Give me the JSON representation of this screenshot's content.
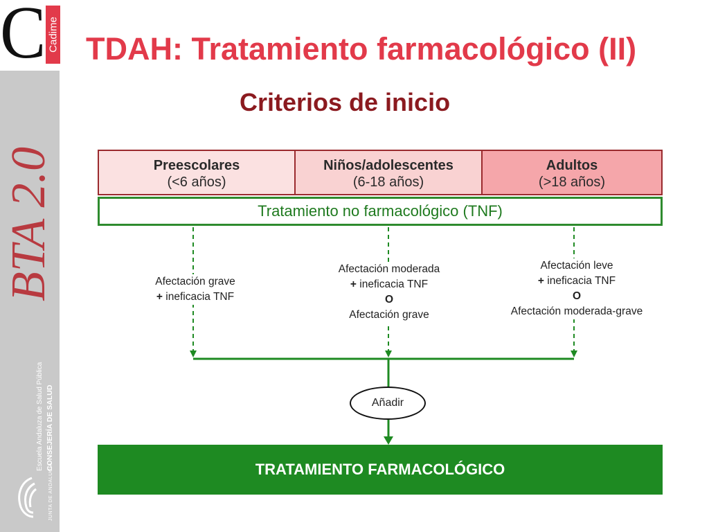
{
  "logo": {
    "letter": "C",
    "tab": "Cadime"
  },
  "sidebar": {
    "series": "BTA 2.0",
    "institution_line1": "Escuela Andaluza de Salud Pública",
    "institution_line2": "CONSEJERÍA DE SALUD",
    "institution_line3": "JUNTA DE ANDALUCIA"
  },
  "title": "TDAH: Tratamiento farmacológico (II)",
  "subtitle": "Criterios de inicio",
  "age_groups": [
    {
      "name": "Preescolares",
      "range": "(<6 años)"
    },
    {
      "name": "Niños/adolescentes",
      "range": "(6-18 años)"
    },
    {
      "name": "Adultos",
      "range": "(>18 años)"
    }
  ],
  "tnf_label": "Tratamiento no farmacológico (TNF)",
  "conditions": [
    {
      "line1": "Afectación grave",
      "plus": "+",
      "line2": "ineficacia TNF"
    },
    {
      "line1": "Afectación moderada",
      "plus": "+",
      "line2": "ineficacia TNF",
      "or": "O",
      "line3": "Afectación grave"
    },
    {
      "line1": "Afectación leve",
      "plus": "+",
      "line2": "ineficacia TNF",
      "or": "O",
      "line3": "Afectación moderada-grave"
    }
  ],
  "add_label": "Añadir",
  "pharma_label": "TRATAMIENTO FARMACOLÓGICO",
  "colors": {
    "title": "#e23a4a",
    "subtitle": "#8b1a1f",
    "green": "#1e8a22",
    "sidebar": "#c9c9c9"
  }
}
